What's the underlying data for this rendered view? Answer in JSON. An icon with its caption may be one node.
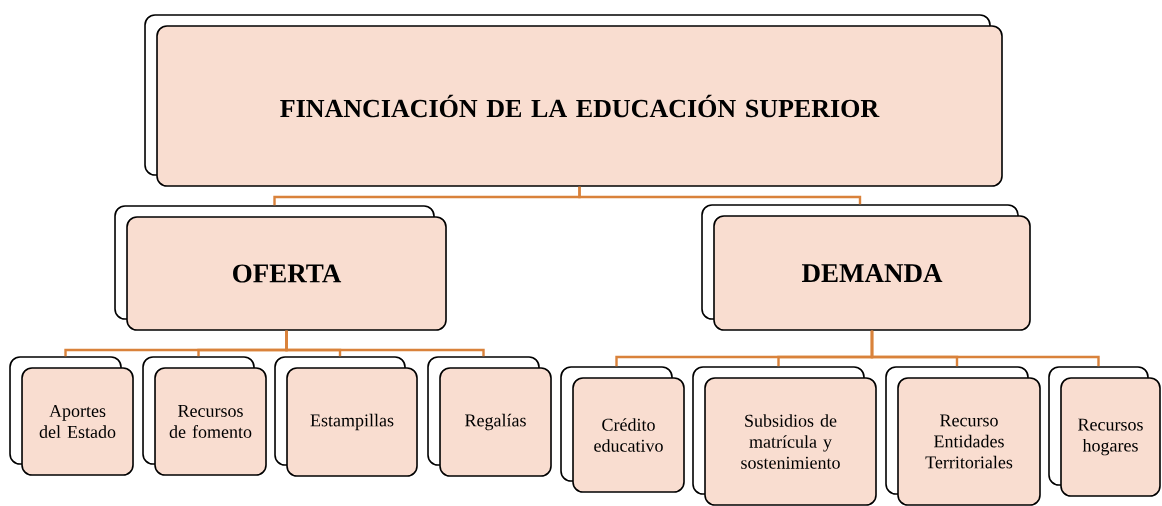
{
  "diagram": {
    "nodes": [
      {
        "text": [
          "FINANCIACIÓN DE LA EDUCACIÓN SUPERIOR"
        ]
      },
      {
        "text": [
          "OFERTA"
        ]
      },
      {
        "text": [
          "DEMANDA"
        ]
      },
      {
        "text": [
          "Aportes del Estado"
        ]
      },
      {
        "text": [
          "Recursos de fomento"
        ]
      },
      {
        "text": [
          "Estampillas"
        ]
      },
      {
        "text": [
          "Regalías"
        ]
      },
      {
        "text": [
          "Crédito educativo"
        ]
      },
      {
        "text": [
          "Subsidios de matrícula y sostenimiento"
        ]
      },
      {
        "text": [
          "Recurso Entidades Territoriales"
        ]
      },
      {
        "text": [
          "Recursos hogares"
        ]
      }
    ],
    "edges": [
      {
        "from": 0,
        "to": 1,
        "arrow": "none"
      },
      {
        "from": 0,
        "to": 2,
        "arrow": "none"
      },
      {
        "from": 1,
        "to": 3,
        "arrow": "none"
      },
      {
        "from": 1,
        "to": 4,
        "arrow": "none"
      },
      {
        "from": 1,
        "to": 5,
        "arrow": "none"
      },
      {
        "from": 1,
        "to": 6,
        "arrow": "none"
      },
      {
        "from": 2,
        "to": 7,
        "arrow": "none"
      },
      {
        "from": 2,
        "to": 8,
        "arrow": "none"
      },
      {
        "from": 2,
        "to": 9,
        "arrow": "none"
      },
      {
        "from": 2,
        "to": 10,
        "arrow": "none"
      }
    ]
  }
}
